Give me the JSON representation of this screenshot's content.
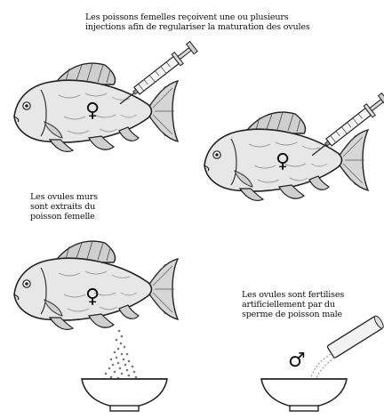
{
  "captions": {
    "injection": {
      "line1": "Les poissons femelles reçoivent une ou plusieurs",
      "line2": "injections afin de regulariser la maturation des ovules"
    },
    "extraction": {
      "line1": "Les ovules murs",
      "line2": "sont extraits du",
      "line3": "poisson femelle"
    },
    "fertilization": {
      "line1": "Les ovules sont fertilises",
      "line2": "artificiellement par du",
      "line3": "sperme de poisson male"
    }
  },
  "symbols": {
    "female": "♀",
    "male": "♂"
  }
}
